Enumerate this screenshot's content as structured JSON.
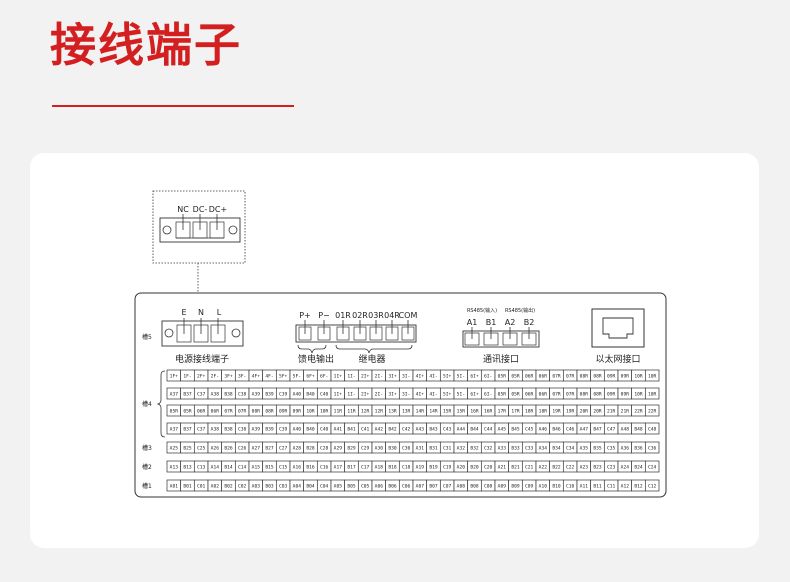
{
  "header": {
    "title": "接线端子"
  },
  "psu": {
    "labels": [
      "NC",
      "DC-",
      "DC+"
    ]
  },
  "panel": {
    "slot5_label": "槽5",
    "power_terminal": {
      "labels": [
        "E",
        "N",
        "L"
      ],
      "caption": "电源接线端子"
    },
    "feed_output": {
      "labels": [
        "P+",
        "P−"
      ],
      "caption": "馈电输出"
    },
    "relay": {
      "labels": [
        "01R",
        "02R",
        "03R",
        "04R",
        "COM"
      ],
      "caption": "继电器"
    },
    "comm": {
      "rs485_in": "RS485(输入)",
      "rs485_out": "RS485(输出)",
      "pins": [
        "A1",
        "B1",
        "A2",
        "B2"
      ],
      "caption": "通讯接口"
    },
    "ethernet": {
      "caption": "以太网接口"
    },
    "rows": [
      {
        "label": "槽4",
        "cells": [
          "1F+",
          "1F-",
          "2F+",
          "2F-",
          "3F+",
          "3F-",
          "4F+",
          "4F-",
          "5F+",
          "5F-",
          "6F+",
          "6F-",
          "1I+",
          "1I-",
          "2I+",
          "2I-",
          "3I+",
          "3I-",
          "4I+",
          "4I-",
          "5I+",
          "5I-",
          "6I+",
          "6I-",
          "05R",
          "05R",
          "06R",
          "06R",
          "07R",
          "07R",
          "08R",
          "08R",
          "09R",
          "09R",
          "10R",
          "10R"
        ]
      },
      {
        "label": "",
        "cells": [
          "A37",
          "B37",
          "C37",
          "A38",
          "B38",
          "C38",
          "A39",
          "B39",
          "C39",
          "A40",
          "B40",
          "C40",
          "1I+",
          "1I-",
          "2I+",
          "2I-",
          "3I+",
          "3I-",
          "4I+",
          "4I-",
          "5I+",
          "5I-",
          "6I+",
          "6I-",
          "05R",
          "05R",
          "06R",
          "06R",
          "07R",
          "07R",
          "08R",
          "08R",
          "09R",
          "09R",
          "10R",
          "10R"
        ]
      },
      {
        "label": "",
        "cells": [
          "05R",
          "05R",
          "06R",
          "06R",
          "07R",
          "07R",
          "08R",
          "08R",
          "09R",
          "09R",
          "10R",
          "10R",
          "11R",
          "11R",
          "12R",
          "12R",
          "13R",
          "13R",
          "14R",
          "14R",
          "15R",
          "15R",
          "16R",
          "16R",
          "17R",
          "17R",
          "18R",
          "18R",
          "19R",
          "19R",
          "20R",
          "20R",
          "21R",
          "21R",
          "22R",
          "22R"
        ]
      },
      {
        "label": "",
        "cells": [
          "A37",
          "B37",
          "C37",
          "A38",
          "B38",
          "C38",
          "A39",
          "B39",
          "C39",
          "A40",
          "B40",
          "C40",
          "A41",
          "B41",
          "C41",
          "A42",
          "B42",
          "C42",
          "A43",
          "B43",
          "C43",
          "A44",
          "B44",
          "C44",
          "A45",
          "B45",
          "C45",
          "A46",
          "B46",
          "C46",
          "A47",
          "B47",
          "C47",
          "A48",
          "B48",
          "C48"
        ]
      },
      {
        "label": "槽3",
        "cells": [
          "A25",
          "B25",
          "C25",
          "A26",
          "B26",
          "C26",
          "A27",
          "B27",
          "C27",
          "A28",
          "B28",
          "C28",
          "A29",
          "B29",
          "C29",
          "A30",
          "B30",
          "C30",
          "A31",
          "B31",
          "C31",
          "A32",
          "B32",
          "C32",
          "A33",
          "B33",
          "C33",
          "A34",
          "B34",
          "C34",
          "A35",
          "B35",
          "C35",
          "A36",
          "B36",
          "C36"
        ]
      },
      {
        "label": "槽2",
        "cells": [
          "A13",
          "B13",
          "C13",
          "A14",
          "B14",
          "C14",
          "A15",
          "B15",
          "C15",
          "A16",
          "B16",
          "C16",
          "A17",
          "B17",
          "C17",
          "A18",
          "B18",
          "C18",
          "A19",
          "B19",
          "C19",
          "A20",
          "B20",
          "C20",
          "A21",
          "B21",
          "C21",
          "A22",
          "B22",
          "C22",
          "A23",
          "B23",
          "C23",
          "A24",
          "B24",
          "C24"
        ]
      },
      {
        "label": "槽1",
        "cells": [
          "A01",
          "B01",
          "C01",
          "A02",
          "B02",
          "C02",
          "A03",
          "B03",
          "C03",
          "A04",
          "B04",
          "C04",
          "A05",
          "B05",
          "C05",
          "A06",
          "B06",
          "C06",
          "A07",
          "B07",
          "C07",
          "A08",
          "B08",
          "C08",
          "A09",
          "B09",
          "C09",
          "A10",
          "B10",
          "C10",
          "A11",
          "B11",
          "C11",
          "A12",
          "B12",
          "C12"
        ]
      }
    ]
  }
}
